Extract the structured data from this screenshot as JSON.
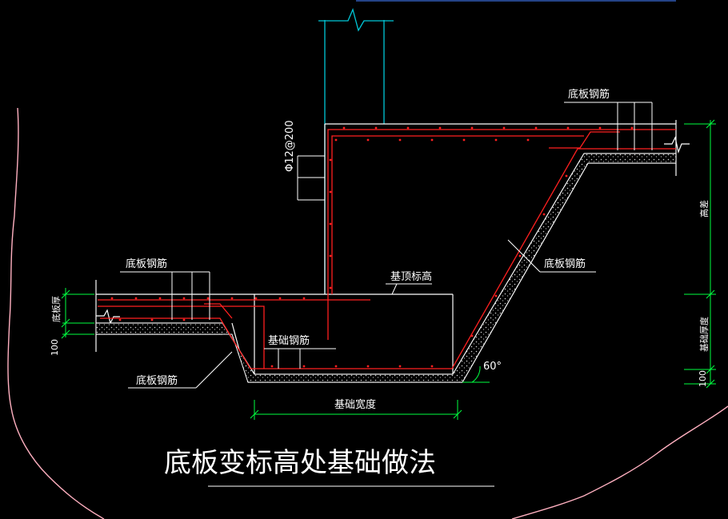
{
  "title": "底板变标高处基础做法",
  "labels": {
    "slab_rebar_top_right": "底板钢筋",
    "slab_rebar_left": "底板钢筋",
    "slab_rebar_slope": "底板钢筋",
    "slab_rebar_bottom_left": "底板钢筋",
    "foundation_rebar": "基础钢筋",
    "foundation_top_elevation": "基顶标高",
    "wall_rebar": "Φ12@200",
    "slab_thickness": "底板厚",
    "foundation_width": "基础宽度",
    "height_diff": "高差",
    "foundation_thickness": "基础厚度",
    "cover_left": "100",
    "cover_right": "100",
    "angle": "60°"
  },
  "colors": {
    "background": "#000000",
    "concrete_outline": "#ffffff",
    "rebar": "#ff2020",
    "wall": "#00c8d8",
    "dimension": "#00ff40",
    "boundary": "#ffb0c0",
    "text": "#ffffff"
  }
}
